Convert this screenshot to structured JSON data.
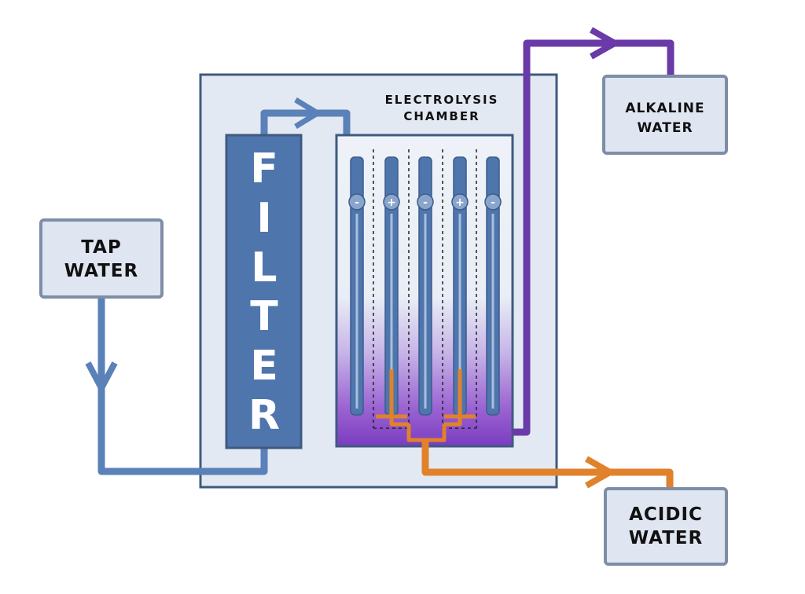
{
  "labels": {
    "tap_water": [
      "TAP",
      "WATER"
    ],
    "alkaline_water": [
      "ALKALINE",
      "WATER"
    ],
    "acidic_water": [
      "ACIDIC",
      "WATER"
    ],
    "chamber": [
      "ELECTROLYSIS",
      "CHAMBER"
    ]
  },
  "filter_letters": [
    "F",
    "I",
    "L",
    "T",
    "E",
    "R"
  ],
  "electrodes": [
    {
      "sign": "-"
    },
    {
      "sign": "+"
    },
    {
      "sign": "-"
    },
    {
      "sign": "+"
    },
    {
      "sign": "-"
    }
  ],
  "colors": {
    "pipe_blue": "#5a81b8",
    "filter_blue": "#4f75ad",
    "alkaline_purple": "#6a3aa8",
    "acidic_orange": "#e0822b",
    "housing_fill": "#e3e9f2",
    "housing_stroke": "#3f5a80"
  }
}
